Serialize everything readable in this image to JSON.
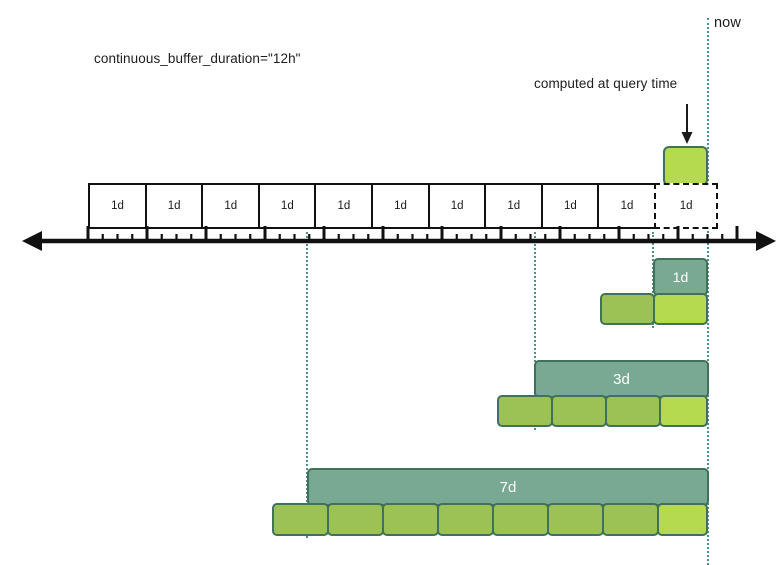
{
  "diagram": {
    "title_note": "continuous_buffer_duration=\"12h\"",
    "now_label": "now",
    "computed_label": "computed at query time",
    "timeline": {
      "cell_label": "1d",
      "solid_cell_count": 10,
      "dashed_cell_count": 1
    },
    "rows": [
      {
        "name": "one-day",
        "bar_label": "1d",
        "green_block_count": 2,
        "bright_index": 1
      },
      {
        "name": "three-day",
        "bar_label": "3d",
        "green_block_count": 4,
        "bright_index": 3
      },
      {
        "name": "seven-day",
        "bar_label": "7d",
        "green_block_count": 8,
        "bright_index": 7
      }
    ],
    "colors": {
      "green_muted": "#9cc255",
      "green_bright": "#b5d94f",
      "teal_bar": "#79a893",
      "border": "#3f7259",
      "guide": "#4f9080",
      "axis": "#111111"
    }
  }
}
